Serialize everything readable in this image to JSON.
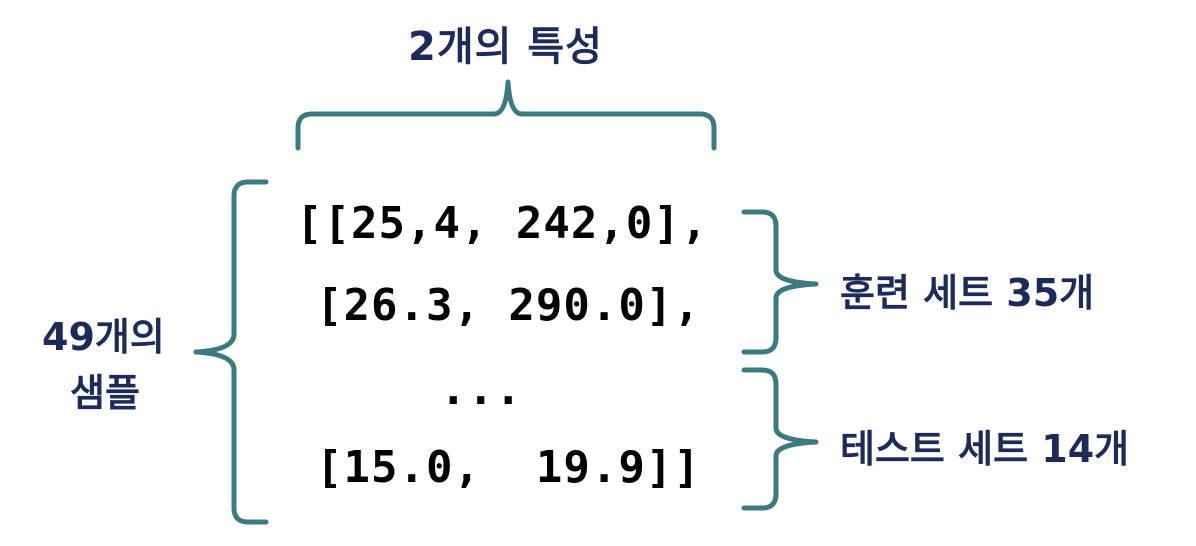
{
  "features_label": "2개의 특성",
  "samples_label": {
    "line1": "49개의",
    "line2": "샘플"
  },
  "data_rows": {
    "row_1": "[[25,4, 242,0],",
    "row_2": "[26.3, 290.0],",
    "ellipsis": "...",
    "row_last": "[15.0,  19.9]]"
  },
  "train_label": "훈련 세트 35개",
  "test_label": "테스트 세트 14개",
  "colors": {
    "brace": "#3d7a80",
    "label_text": "#1c2b5a",
    "code_text": "#000000",
    "background": "#ffffff"
  }
}
